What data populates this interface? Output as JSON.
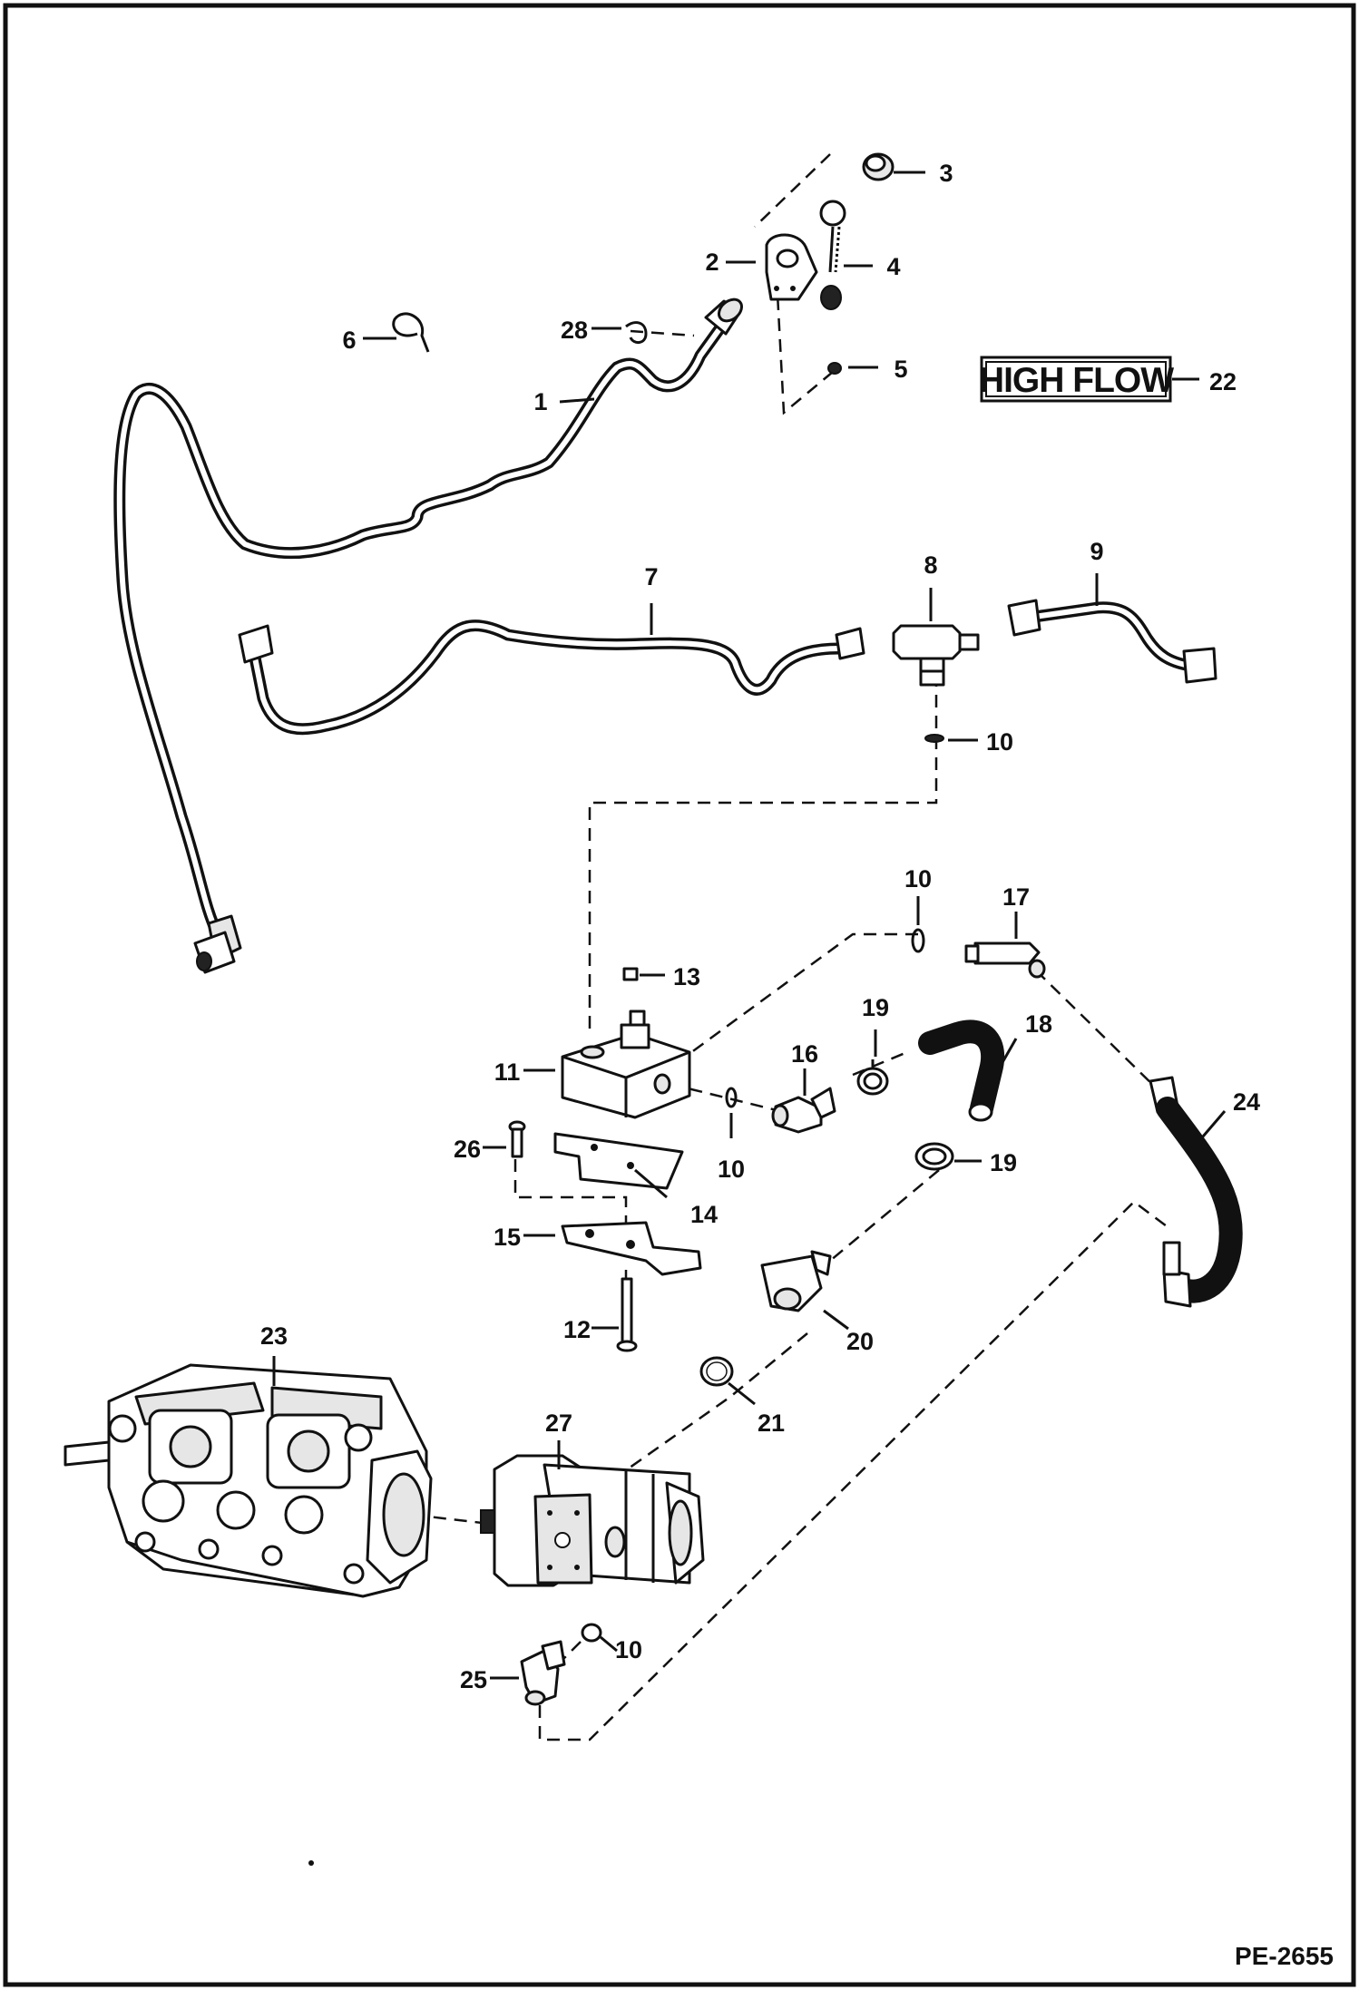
{
  "badge": {
    "text": "HIGH FLOW",
    "number": "22"
  },
  "drawing_number": "PE-2655",
  "callouts": {
    "c1": "1",
    "c2": "2",
    "c3": "3",
    "c4": "4",
    "c5": "5",
    "c6": "6",
    "c7": "7",
    "c8": "8",
    "c9": "9",
    "c10a": "10",
    "c10b": "10",
    "c10c": "10",
    "c10d": "10",
    "c11": "11",
    "c12": "12",
    "c13": "13",
    "c14": "14",
    "c15": "15",
    "c16": "16",
    "c17": "17",
    "c18": "18",
    "c19a": "19",
    "c19b": "19",
    "c20": "20",
    "c21": "21",
    "c23": "23",
    "c24": "24",
    "c25": "25",
    "c26": "26",
    "c27": "27",
    "c28": "28"
  }
}
